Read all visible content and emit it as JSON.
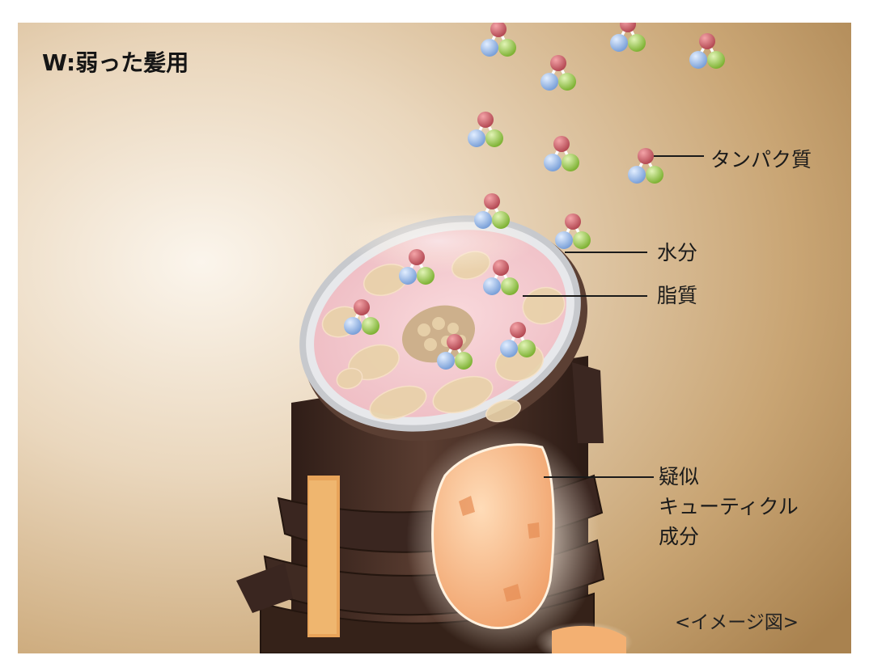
{
  "title": "W:弱った髪用",
  "labels": {
    "protein": "タンパク質",
    "water": "水分",
    "lipid": "脂質",
    "cuticle_line1": "疑似",
    "cuticle_line2": "キューティクル",
    "cuticle_line3": "成分"
  },
  "caption": "<イメージ図>",
  "colors": {
    "background_light": "#f6ecdf",
    "background_dark": "#b89260",
    "hair_shaft": "#4a3128",
    "cortex_pink": "#f3cfd3",
    "cuticle_orange": "#f6b886",
    "atom_red": "#c2545c",
    "atom_blue": "#8eb2e4",
    "atom_green": "#90c048"
  },
  "icons": [
    "molecule-icon"
  ]
}
